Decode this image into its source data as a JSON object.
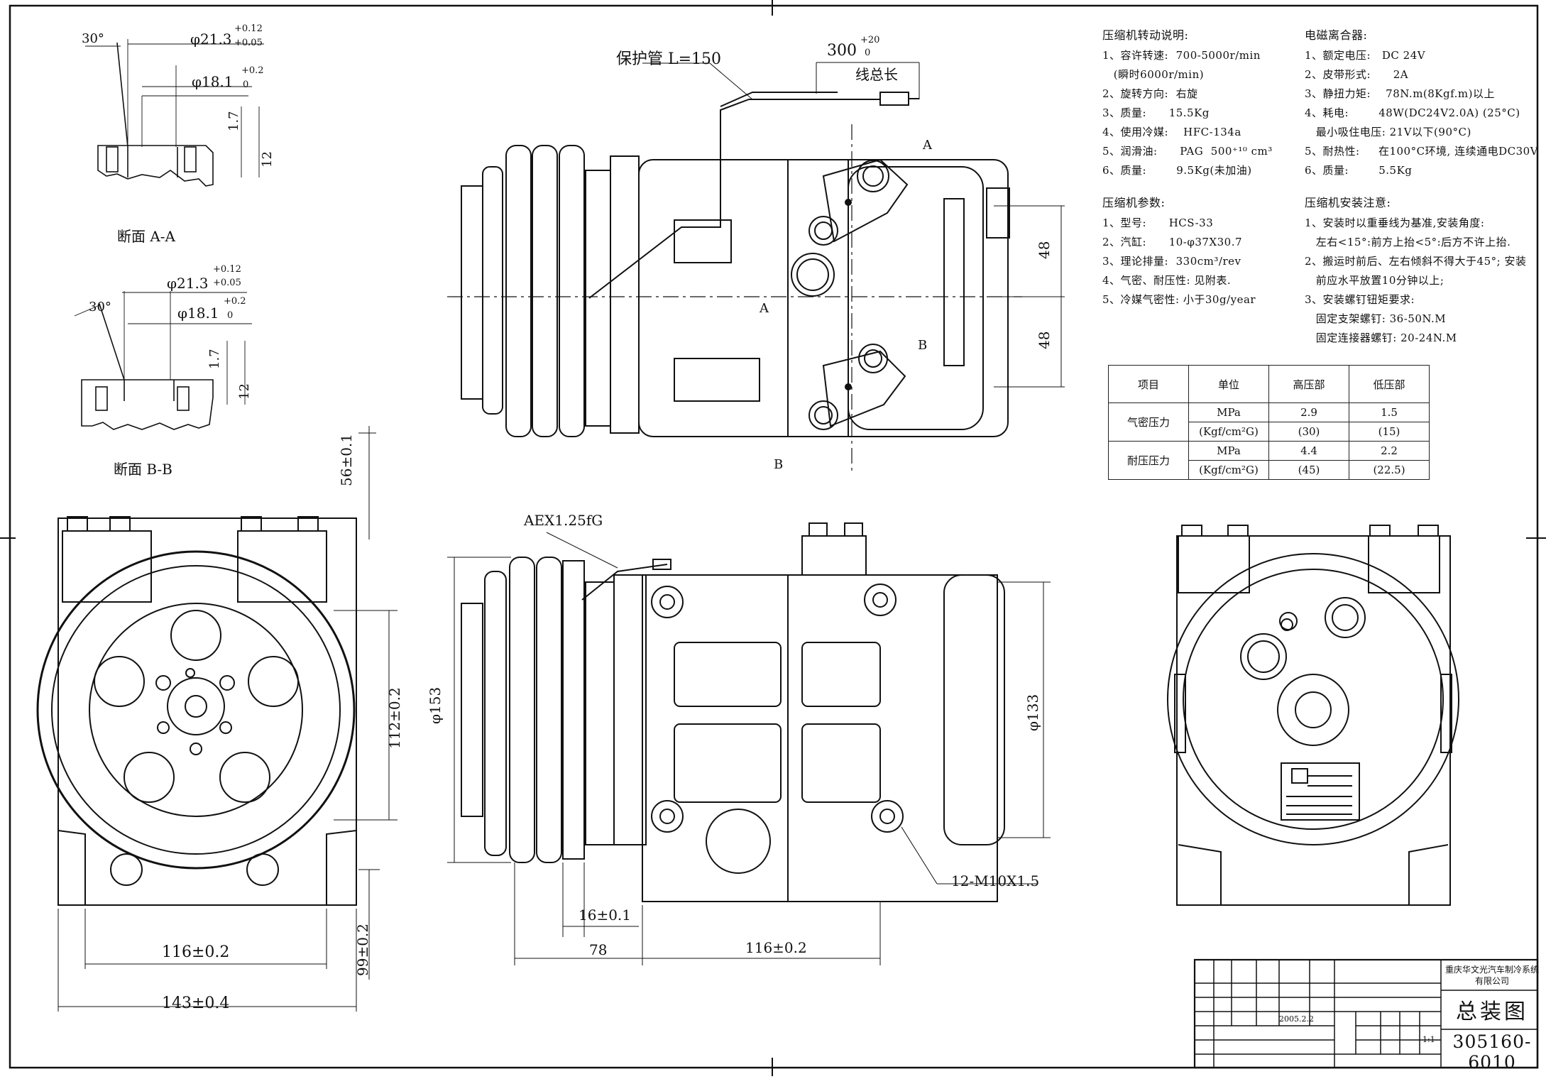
{
  "section_a": {
    "title": "断面 A-A",
    "angle": "30°",
    "d1": "φ21.3",
    "d1_tol": "+0.12",
    "d1_tol2": "+0.05",
    "d2": "φ18.1",
    "d2_tol": "+0.2",
    "d2_tol2": "0",
    "h1": "1.7",
    "h2": "12"
  },
  "section_b": {
    "title": "断面 B-B",
    "angle": "30°",
    "d1": "φ21.3",
    "d1_tol": "+0.12",
    "d1_tol2": "+0.05",
    "d2": "φ18.1",
    "d2_tol": "+0.2",
    "d2_tol2": "0",
    "h1": "1.7",
    "h2": "12"
  },
  "top_view": {
    "hose_label": "保护管 L=150",
    "wire_length": "300",
    "wire_tol": "+20",
    "wire_tol2": "0",
    "wire_label": "线总长",
    "dim_48a": "48",
    "dim_48b": "48",
    "mark_a": "A",
    "mark_b": "B"
  },
  "front_view": {
    "dim_56": "56±0.1",
    "dim_112": "112±0.2",
    "dim_99": "99±0.2",
    "dim_116": "116±0.2",
    "dim_143": "143±0.4"
  },
  "side_view": {
    "connector": "AEX1.25fG",
    "dim_153": "φ153",
    "dim_133": "φ133",
    "dim_16": "16±0.1",
    "dim_78": "78",
    "dim_116": "116±0.2",
    "bolts": "12-M10X1.5"
  },
  "notes_compressor": {
    "heading": "压缩机转动说明:",
    "lines": [
      "1、容许转速:  700-5000r/min",
      "   (瞬时6000r/min)",
      "2、旋转方向:  右旋",
      "3、质量:      15.5Kg",
      "4、使用冷媒:    HFC-134a",
      "5、润滑油:      PAG  500⁺¹⁰ cm³",
      "6、质量:        9.5Kg(未加油)"
    ]
  },
  "notes_params": {
    "heading": "压缩机参数:",
    "lines": [
      "1、型号:      HCS-33",
      "2、汽缸:      10-φ37X30.7",
      "3、理论排量:  330cm³/rev",
      "4、气密、耐压性: 见附表.",
      "5、冷媒气密性: 小于30g/year"
    ]
  },
  "notes_clutch": {
    "heading": "电磁离合器:",
    "lines": [
      "1、额定电压:   DC 24V",
      "2、皮带形式:      2A",
      "3、静扭力矩:    78N.m(8Kgf.m)以上",
      "4、耗电:        48W(DC24V2.0A) (25°C)",
      "   最小吸住电压: 21V以下(90°C)",
      "5、耐热性:     在100°C环境, 连续通电DC30V",
      "6、质量:        5.5Kg"
    ]
  },
  "notes_install": {
    "heading": "压缩机安装注意:",
    "lines": [
      "1、安装时以重垂线为基准,安装角度:",
      "   左右<15°:前方上抬<5°:后方不许上抬.",
      "2、搬运时前后、左右倾斜不得大于45°; 安装",
      "   前应水平放置10分钟以上;",
      "3、安装螺钉钮矩要求:",
      "   固定支架螺钉: 36-50N.M",
      "   固定连接器螺钉: 20-24N.M"
    ]
  },
  "spec_table": {
    "headers": [
      "项目",
      "单位",
      "高压部",
      "低压部"
    ],
    "rows": [
      {
        "item": "气密压力",
        "units": [
          "MPa",
          "(Kgf/cm²G)"
        ],
        "high": [
          "2.9",
          "(30)"
        ],
        "low": [
          "1.5",
          "(15)"
        ]
      },
      {
        "item": "耐压压力",
        "units": [
          "MPa",
          "(Kgf/cm²G)"
        ],
        "high": [
          "4.4",
          "(45)"
        ],
        "low": [
          "2.2",
          "(22.5)"
        ]
      }
    ]
  },
  "title_block": {
    "company": "重庆华文光汽车制冷系统有限公司",
    "title": "总装图",
    "number": "305160-6010",
    "scale": "1:1",
    "date": "2005.2.2"
  }
}
